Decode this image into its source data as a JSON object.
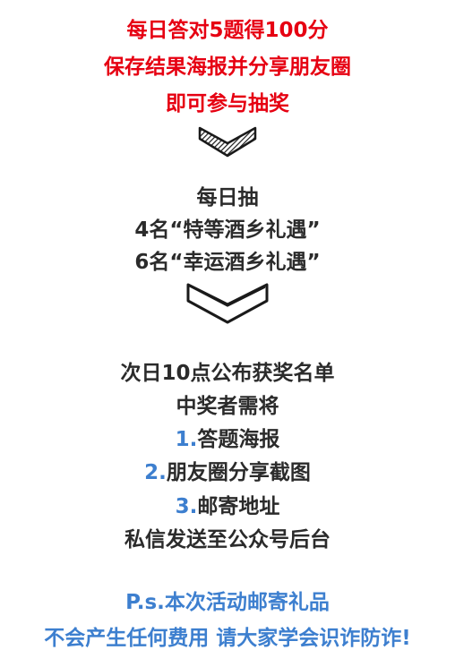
{
  "intro": {
    "line1": "每日答对5题得100分",
    "line2": "保存结果海报并分享朋友圈",
    "line3": "即可参与抽奖"
  },
  "prizes": {
    "line1": "每日抽",
    "line2": "4名“特等酒乡礼遇”",
    "line3": "6名“幸运酒乡礼遇”"
  },
  "announce": {
    "line1": "次日10点公布获奖名单",
    "line2": "中奖者需将"
  },
  "steps": [
    {
      "num": "1.",
      "text": "答题海报"
    },
    {
      "num": "2.",
      "text": "朋友圈分享截图"
    },
    {
      "num": "3.",
      "text": "邮寄地址"
    }
  ],
  "final_step": "私信发送至公众号后台",
  "ps": {
    "line1": "P.s.本次活动邮寄礼品",
    "line2": "不会产生任何费用 请大家学会识诈防诈!"
  },
  "colors": {
    "red": "#e60012",
    "dark": "#2b2b2b",
    "blue": "#3d7fcf"
  },
  "icons": [
    "chevron-down-filled-icon",
    "chevron-down-outline-icon"
  ]
}
